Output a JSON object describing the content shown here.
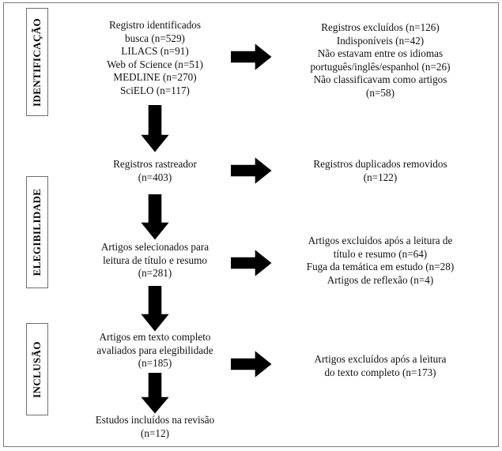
{
  "diagram": {
    "title": "Fluxograma PRISMA de selecao de estudos",
    "stroke_color": "#000000",
    "frame_color": "#7a7a7a"
  },
  "stages": [
    {
      "id": "identificacao",
      "label": "IDENTIFICAÇÃO"
    },
    {
      "id": "elegibilidade",
      "label": "ELEGIBILIDADE"
    },
    {
      "id": "inclusao",
      "label": "INCLUSÃO"
    }
  ],
  "nodes": {
    "identified": {
      "name": "registros-identificados",
      "lines": [
        "Registro identificados",
        "busca (n=529)",
        "LILACS (n=91)",
        "Web of Science (n=51)",
        "MEDLINE (n=270)",
        "SciELO (n=117)"
      ]
    },
    "excluded_identification": {
      "name": "registros-excluidos",
      "lines": [
        "Registros excluídos (n=126)",
        "Indisponíveis (n=42)",
        "Não estavam entre os idiomas",
        "português/inglês/espanhol (n=26)",
        "Não classificavam como artigos",
        "(n=58)"
      ]
    },
    "screened": {
      "name": "registros-rastreador",
      "lines": [
        "Registros rastreador",
        "(n=403)"
      ]
    },
    "duplicates_removed": {
      "name": "registros-duplicados-removidos",
      "lines": [
        "Registros duplicados removidos",
        "(n=122)"
      ]
    },
    "selected_title_abstract": {
      "name": "artigos-selecionados",
      "lines": [
        "Artigos selecionados para",
        "leitura de título e resumo",
        "(n=281)"
      ]
    },
    "excluded_eligibility": {
      "name": "artigos-excluidos-leitura-titulo",
      "lines": [
        "Artigos excluídos após a leitura de",
        "título e resumo (n=64)",
        "Fuga da temática em estudo (n=28)",
        "Artigos de reflexão (n=4)"
      ]
    },
    "fulltext_assessed": {
      "name": "artigos-texto-completo",
      "lines": [
        "Artigos em texto completo",
        "avaliados para elegibilidade",
        "(n=185)"
      ]
    },
    "excluded_fulltext": {
      "name": "artigos-excluidos-texto-completo",
      "lines": [
        "Artigos excluídos após a leitura",
        "do texto completo (n=173)"
      ]
    },
    "included": {
      "name": "estudos-incluidos",
      "lines": [
        "Estudos incluídos na revisão",
        "(n=12)"
      ]
    }
  },
  "arrows": [
    {
      "id": "a1",
      "direction": "right",
      "from": "identified",
      "to": "excluded_identification"
    },
    {
      "id": "a2",
      "direction": "down",
      "from": "identified",
      "to": "screened"
    },
    {
      "id": "a3",
      "direction": "right",
      "from": "screened",
      "to": "duplicates_removed"
    },
    {
      "id": "a4",
      "direction": "down",
      "from": "screened",
      "to": "selected_title_abstract"
    },
    {
      "id": "a5",
      "direction": "right",
      "from": "selected_title_abstract",
      "to": "excluded_eligibility"
    },
    {
      "id": "a6",
      "direction": "down",
      "from": "selected_title_abstract",
      "to": "fulltext_assessed"
    },
    {
      "id": "a7",
      "direction": "right",
      "from": "fulltext_assessed",
      "to": "excluded_fulltext"
    },
    {
      "id": "a8",
      "direction": "down",
      "from": "fulltext_assessed",
      "to": "included"
    }
  ]
}
